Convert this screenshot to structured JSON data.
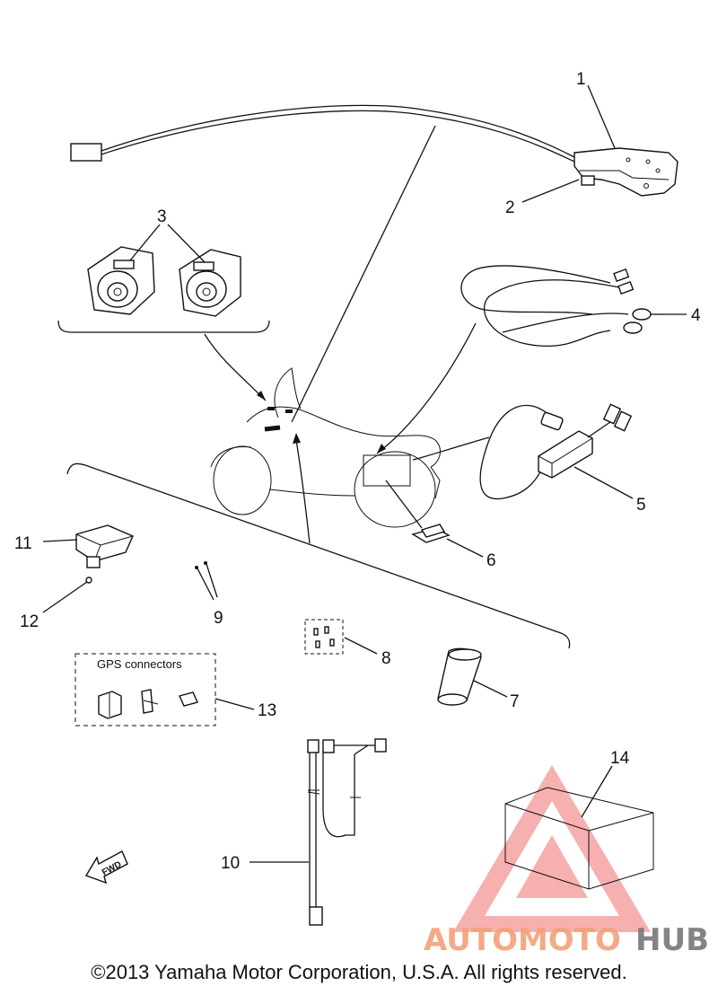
{
  "callouts": {
    "c1": "1",
    "c2": "2",
    "c3": "3",
    "c4": "4",
    "c5": "5",
    "c6": "6",
    "c7": "7",
    "c8": "8",
    "c9": "9",
    "c10": "10",
    "c11": "11",
    "c12": "12",
    "c13": "13",
    "c14": "14"
  },
  "gps_box_label": "GPS connectors",
  "fwd_label": "FWD",
  "watermark": {
    "part1": "AUTOMOTO",
    "part2": "HUB",
    "color_primary": "#f4a07a",
    "color_secondary": "#777777"
  },
  "copyright": "©2013 Yamaha Motor Corporation, U.S.A. All rights reserved."
}
